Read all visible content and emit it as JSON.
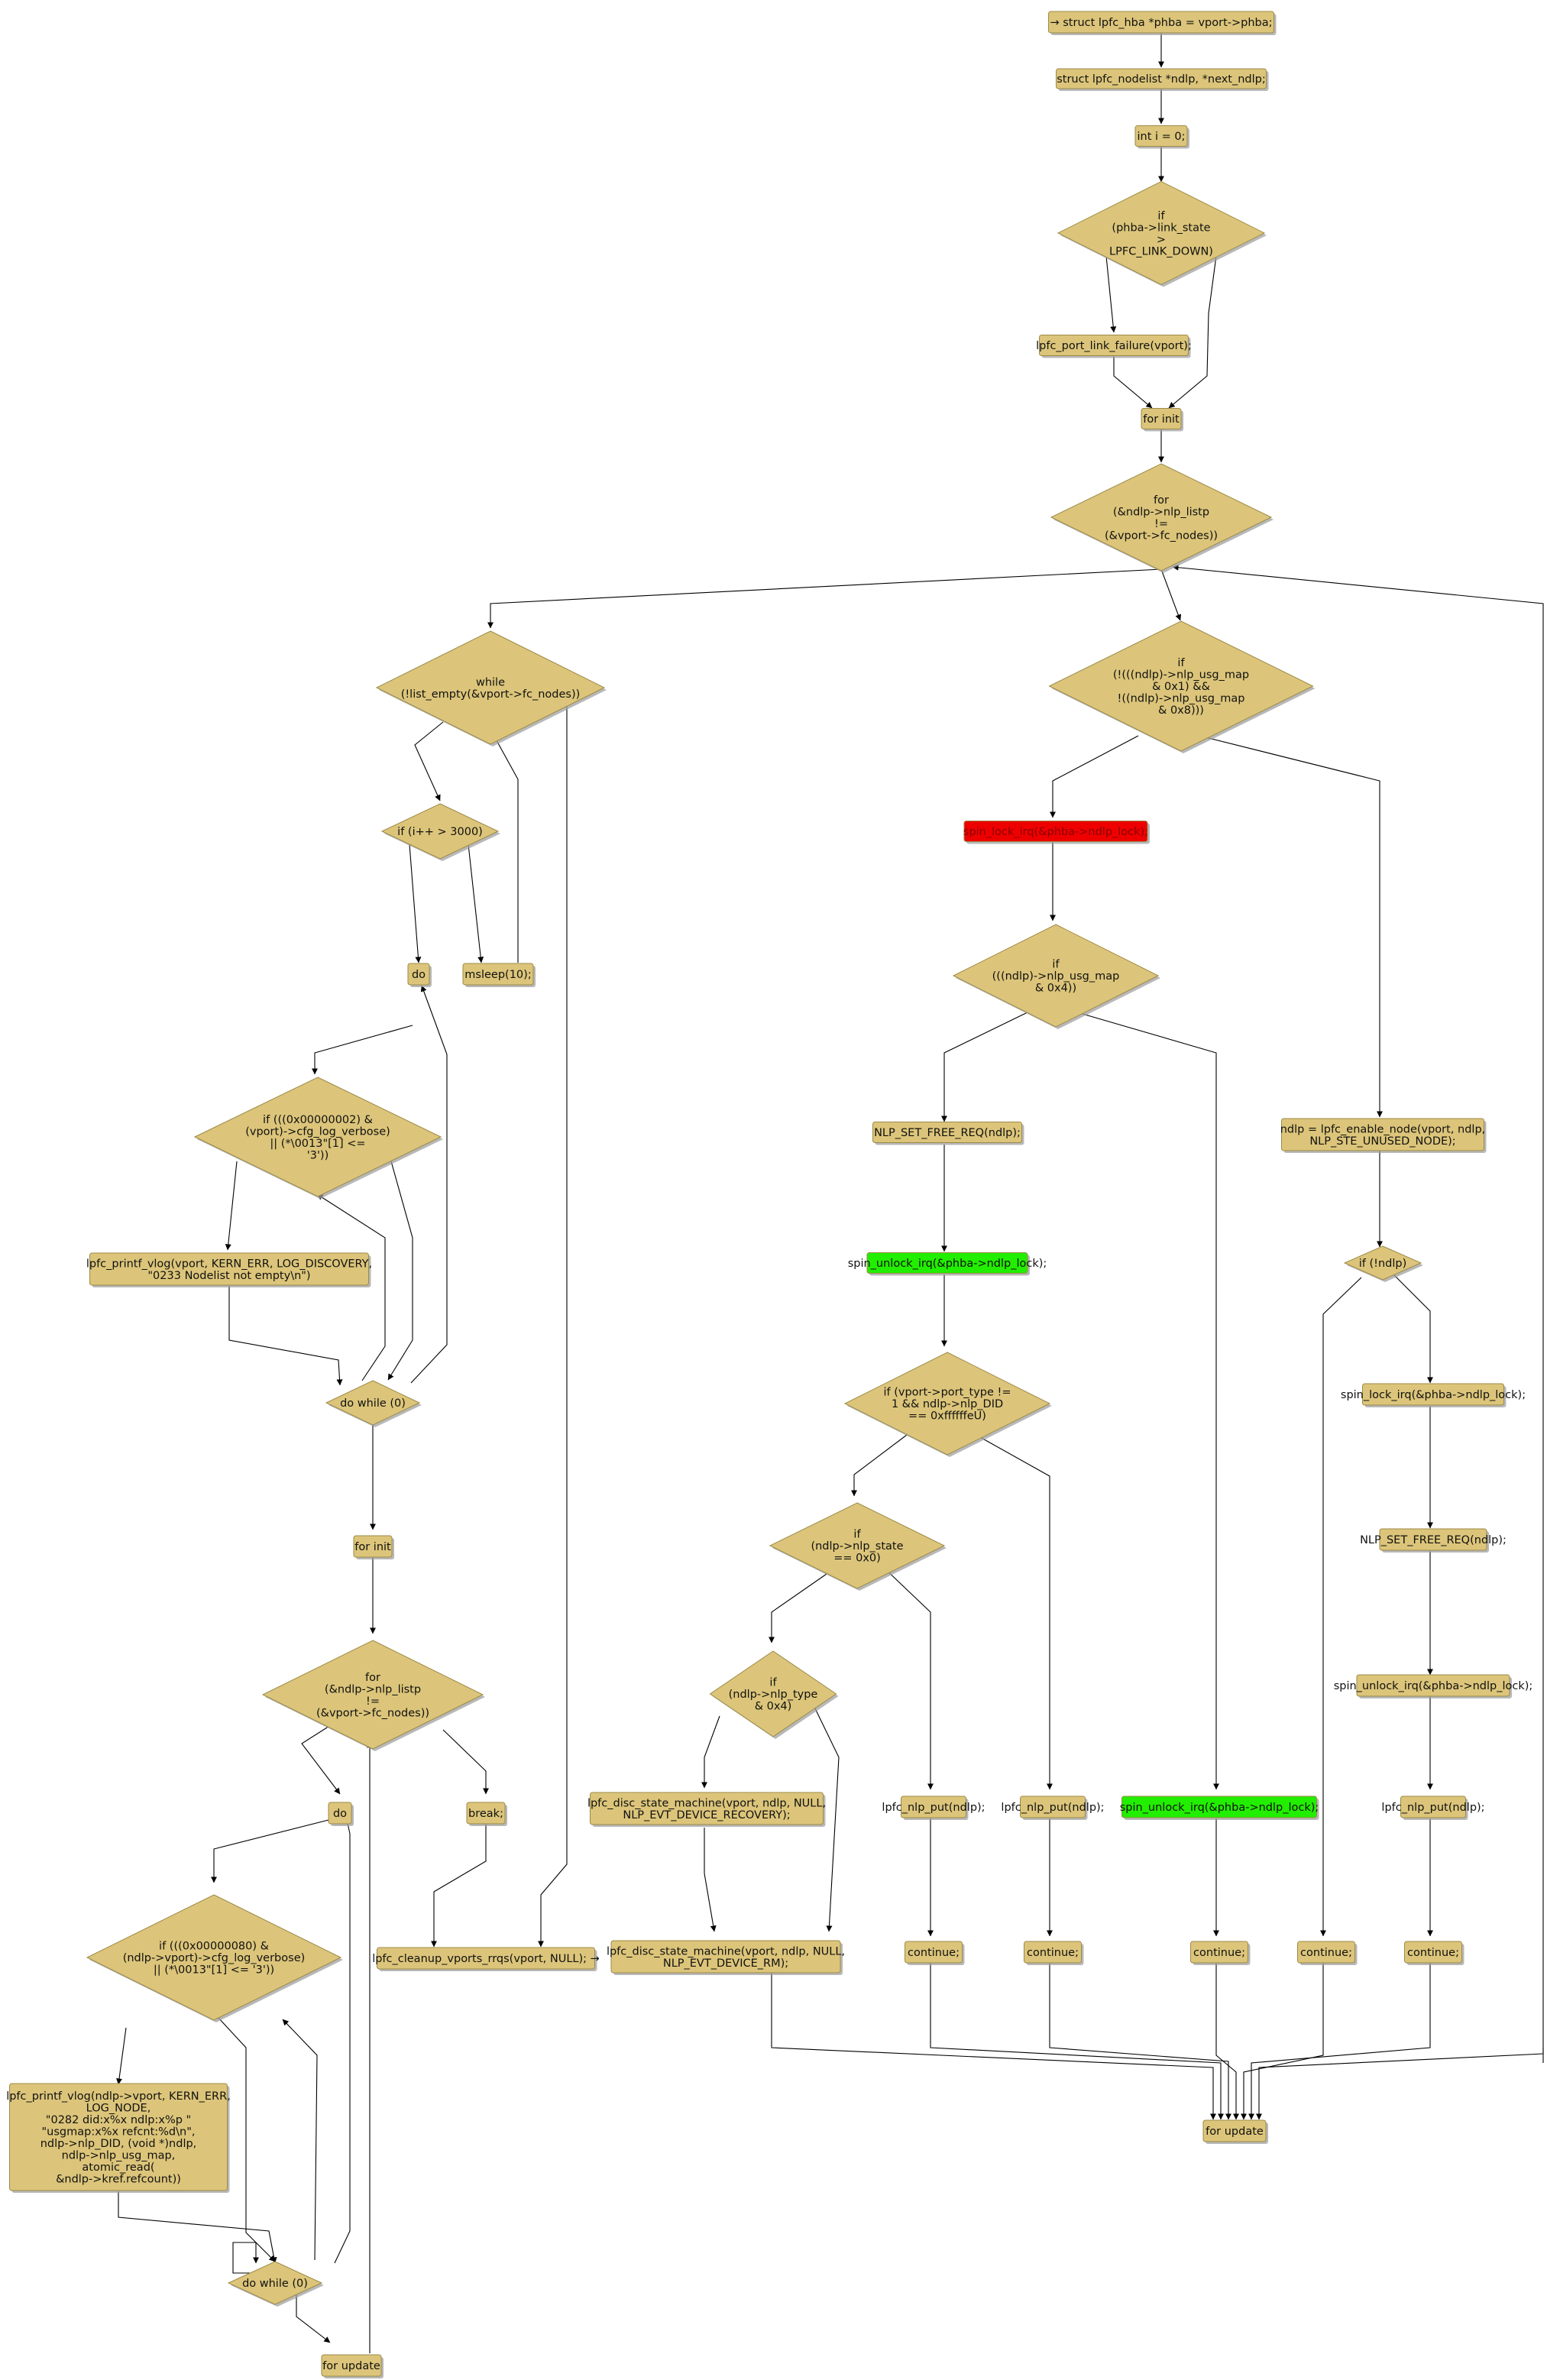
{
  "palette": {
    "node": "#dcc57a",
    "border": "#9c8a48",
    "red": "#ee0000",
    "green": "#22ee00",
    "edge": "#000000"
  },
  "nodes": {
    "n1": {
      "kind": "box",
      "lines": [
        "→ struct lpfc_hba  *phba = vport->phba;"
      ]
    },
    "n2": {
      "kind": "box",
      "lines": [
        "struct lpfc_nodelist *ndlp, *next_ndlp;"
      ]
    },
    "n3": {
      "kind": "box",
      "lines": [
        "int i = 0;"
      ]
    },
    "n4": {
      "kind": "diamond",
      "lines": [
        "if",
        "(phba->link_state",
        ">",
        "LPFC_LINK_DOWN)"
      ]
    },
    "n5": {
      "kind": "box",
      "lines": [
        "lpfc_port_link_failure(vport);"
      ]
    },
    "n6": {
      "kind": "box",
      "lines": [
        "for init"
      ]
    },
    "n7": {
      "kind": "diamond",
      "lines": [
        "for",
        "(&ndlp->nlp_listp",
        "!=",
        "(&vport->fc_nodes))"
      ]
    },
    "w1": {
      "kind": "diamond",
      "lines": [
        "while",
        "(!list_empty(&vport->fc_nodes))"
      ]
    },
    "w2": {
      "kind": "diamond",
      "lines": [
        "if (i++ > 3000)"
      ]
    },
    "w3": {
      "kind": "box",
      "lines": [
        "do"
      ]
    },
    "w4": {
      "kind": "box",
      "lines": [
        "msleep(10);"
      ]
    },
    "w5": {
      "kind": "diamond",
      "lines": [
        "if (((0x00000002) &",
        "(vport)->cfg_log_verbose)",
        "|| (*\\0013\"[1] <=",
        "'3'))"
      ]
    },
    "w6": {
      "kind": "box",
      "lines": [
        "lpfc_printf_vlog(vport, KERN_ERR, LOG_DISCOVERY,",
        "\"0233 Nodelist not empty\\n\")"
      ]
    },
    "w7": {
      "kind": "diamond",
      "lines": [
        "do while (0)"
      ]
    },
    "w8": {
      "kind": "box",
      "lines": [
        "for init"
      ]
    },
    "w9": {
      "kind": "diamond",
      "lines": [
        "for",
        "(&ndlp->nlp_listp",
        "!=",
        "(&vport->fc_nodes))"
      ]
    },
    "w10": {
      "kind": "box",
      "lines": [
        "do"
      ]
    },
    "w11": {
      "kind": "box",
      "lines": [
        "break;"
      ]
    },
    "w12": {
      "kind": "diamond",
      "lines": [
        "if (((0x00000080) &",
        "(ndlp->vport)->cfg_log_verbose)",
        "|| (*\\0013\"[1] <= '3'))"
      ]
    },
    "w13": {
      "kind": "box",
      "lines": [
        "lpfc_cleanup_vports_rrqs(vport, NULL); →"
      ]
    },
    "w14": {
      "kind": "box",
      "lines": [
        "lpfc_printf_vlog(ndlp->vport, KERN_ERR,",
        "LOG_NODE,",
        "\"0282 did:x%x ndlp:x%p \"",
        "\"usgmap:x%x refcnt:%d\\n\",",
        "ndlp->nlp_DID, (void *)ndlp,",
        "ndlp->nlp_usg_map,",
        "atomic_read(",
        "&ndlp->kref.refcount))"
      ]
    },
    "w15": {
      "kind": "diamond",
      "lines": [
        "do while (0)"
      ]
    },
    "w16": {
      "kind": "box",
      "lines": [
        "for update"
      ]
    },
    "r1": {
      "kind": "diamond",
      "lines": [
        "if",
        "(!(((ndlp)->nlp_usg_map",
        "& 0x1) &&",
        "!((ndlp)->nlp_usg_map",
        "& 0x8)))"
      ]
    },
    "r2": {
      "kind": "box",
      "color": "red",
      "lines": [
        "spin_lock_irq(&phba->ndlp_lock);"
      ]
    },
    "r3": {
      "kind": "diamond",
      "lines": [
        "if",
        "(((ndlp)->nlp_usg_map",
        "& 0x4))"
      ]
    },
    "r4": {
      "kind": "box",
      "lines": [
        "NLP_SET_FREE_REQ(ndlp);"
      ]
    },
    "r5": {
      "kind": "box",
      "color": "green",
      "lines": [
        "spin_unlock_irq(&phba->ndlp_lock);"
      ]
    },
    "r6": {
      "kind": "diamond",
      "lines": [
        "if (vport->port_type !=",
        "1 && ndlp->nlp_DID",
        "== 0xffffffeU)"
      ]
    },
    "r7": {
      "kind": "diamond",
      "lines": [
        "if",
        "(ndlp->nlp_state",
        "== 0x0)"
      ]
    },
    "r8": {
      "kind": "diamond",
      "lines": [
        "if",
        "(ndlp->nlp_type",
        "& 0x4)"
      ]
    },
    "r9": {
      "kind": "box",
      "lines": [
        "lpfc_disc_state_machine(vport, ndlp, NULL,",
        "NLP_EVT_DEVICE_RECOVERY);"
      ]
    },
    "r10": {
      "kind": "box",
      "lines": [
        "lpfc_disc_state_machine(vport, ndlp, NULL,",
        "NLP_EVT_DEVICE_RM);"
      ]
    },
    "r11": {
      "kind": "box",
      "lines": [
        "lpfc_nlp_put(ndlp);"
      ]
    },
    "r12": {
      "kind": "box",
      "lines": [
        "continue;"
      ]
    },
    "r13": {
      "kind": "box",
      "lines": [
        "lpfc_nlp_put(ndlp);"
      ]
    },
    "r14": {
      "kind": "box",
      "lines": [
        "continue;"
      ]
    },
    "r15": {
      "kind": "box",
      "color": "green",
      "lines": [
        "spin_unlock_irq(&phba->ndlp_lock);"
      ]
    },
    "r16": {
      "kind": "box",
      "lines": [
        "continue;"
      ]
    },
    "r17": {
      "kind": "box",
      "lines": [
        "ndlp = lpfc_enable_node(vport, ndlp,",
        "NLP_STE_UNUSED_NODE);"
      ]
    },
    "r18": {
      "kind": "diamond",
      "lines": [
        "if (!ndlp)"
      ]
    },
    "r19": {
      "kind": "box",
      "lines": [
        "continue;"
      ]
    },
    "r20": {
      "kind": "box",
      "lines": [
        "spin_lock_irq(&phba->ndlp_lock);"
      ]
    },
    "r21": {
      "kind": "box",
      "lines": [
        "NLP_SET_FREE_REQ(ndlp);"
      ]
    },
    "r22": {
      "kind": "box",
      "lines": [
        "spin_unlock_irq(&phba->ndlp_lock);"
      ]
    },
    "r23": {
      "kind": "box",
      "lines": [
        "lpfc_nlp_put(ndlp);"
      ]
    },
    "r24": {
      "kind": "box",
      "lines": [
        "continue;"
      ]
    },
    "r25": {
      "kind": "box",
      "lines": [
        "for update"
      ]
    }
  }
}
